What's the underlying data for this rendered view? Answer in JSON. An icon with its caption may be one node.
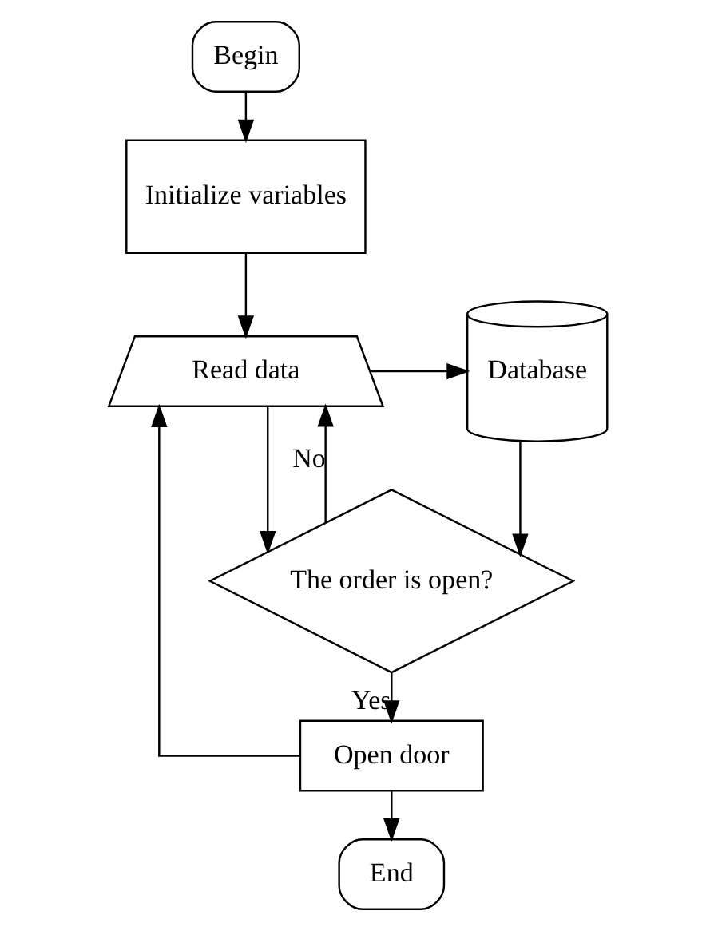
{
  "diagram": {
    "nodes": [
      {
        "text": [
          "Begin"
        ]
      },
      {
        "text": [
          "Initialize variables"
        ]
      },
      {
        "text": [
          "Read data"
        ]
      },
      {
        "text": [
          "Database"
        ]
      },
      {
        "text": [
          "The order is open?"
        ]
      },
      {
        "text": [
          "Open door"
        ]
      },
      {
        "text": [
          "End"
        ]
      }
    ],
    "edges": [
      {
        "from": 0,
        "to": 1,
        "arrow": "to"
      },
      {
        "from": 1,
        "to": 2,
        "arrow": "to"
      },
      {
        "from": 2,
        "to": 3,
        "arrow": "to"
      },
      {
        "from": 2,
        "to": 4,
        "arrow": "to"
      },
      {
        "from": 3,
        "to": 4,
        "arrow": "to"
      },
      {
        "from": 4,
        "to": 2,
        "arrow": "to",
        "label": "No"
      },
      {
        "from": 4,
        "to": 5,
        "arrow": "to",
        "label": "Yes"
      },
      {
        "from": 5,
        "to": 2,
        "arrow": "to"
      },
      {
        "from": 5,
        "to": 6,
        "arrow": "to"
      }
    ]
  }
}
